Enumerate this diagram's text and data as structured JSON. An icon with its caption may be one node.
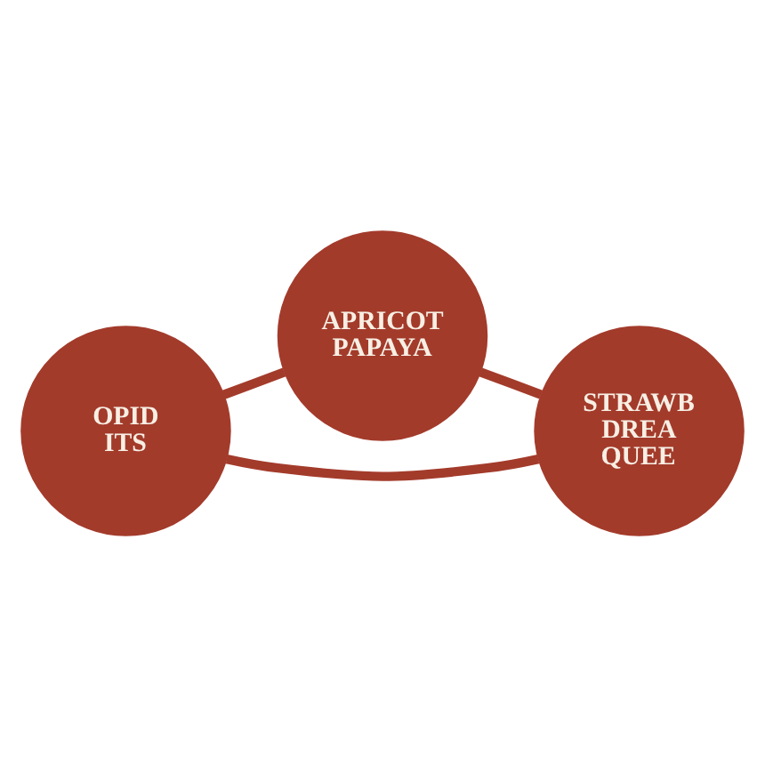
{
  "diagram": {
    "nodes": [
      {
        "text": [
          "OPID ITS"
        ]
      },
      {
        "text": [
          "APRICOT PAPAYA"
        ]
      },
      {
        "text": [
          "STRAWB DREA QUEE"
        ]
      }
    ],
    "edges": [
      {
        "from": 0,
        "to": 1,
        "arrow": "none"
      },
      {
        "from": 0,
        "to": 2,
        "arrow": "none"
      },
      {
        "from": 1,
        "to": 2,
        "arrow": "none"
      }
    ]
  }
}
